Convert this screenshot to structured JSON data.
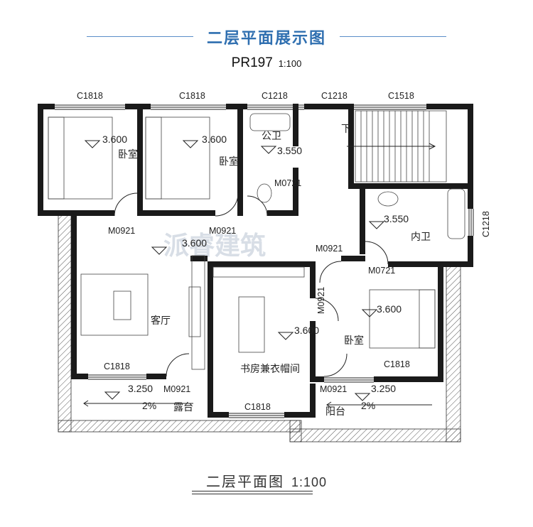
{
  "header": {
    "title": "二层平面展示图",
    "plan_code": "PR197",
    "plan_scale": "1:100"
  },
  "rooms": {
    "bedroom_1": "卧室",
    "bedroom_2": "卧室",
    "bedroom_3": "卧室",
    "public_bath": "公卫",
    "inner_bath": "内卫",
    "living_room": "客厅",
    "study": "书房兼衣帽间",
    "terrace": "露台",
    "balcony": "阳台",
    "stairs_down": "下"
  },
  "windows": {
    "w1": "C1818",
    "w2": "C1818",
    "w3": "C1218",
    "w4": "C1218",
    "w5": "C1518",
    "w6": "C1218",
    "w7": "C1818",
    "w8": "C1818",
    "w9": "C1818"
  },
  "doors": {
    "d1": "M0921",
    "d2": "M0921",
    "d3": "M0721",
    "d4": "M0921",
    "d5": "M0721",
    "d6": "M0921",
    "d7": "M0921",
    "d8": "M0921"
  },
  "elevations": {
    "e1": "3.600",
    "e2": "3.600",
    "e3": "3.550",
    "e4": "3.600",
    "e5": "3.550",
    "e6": "3.600",
    "e7": "3.600",
    "e8": "3.250",
    "e9": "3.250"
  },
  "slopes": {
    "s1": "2%",
    "s2": "2%"
  },
  "watermark": "派睿建筑",
  "footer": {
    "title": "二层平面图",
    "scale": "1:100"
  },
  "colors": {
    "title_blue": "#2f6fb0",
    "wall": "#1a1a1a",
    "watermark": "#d8dee6"
  }
}
